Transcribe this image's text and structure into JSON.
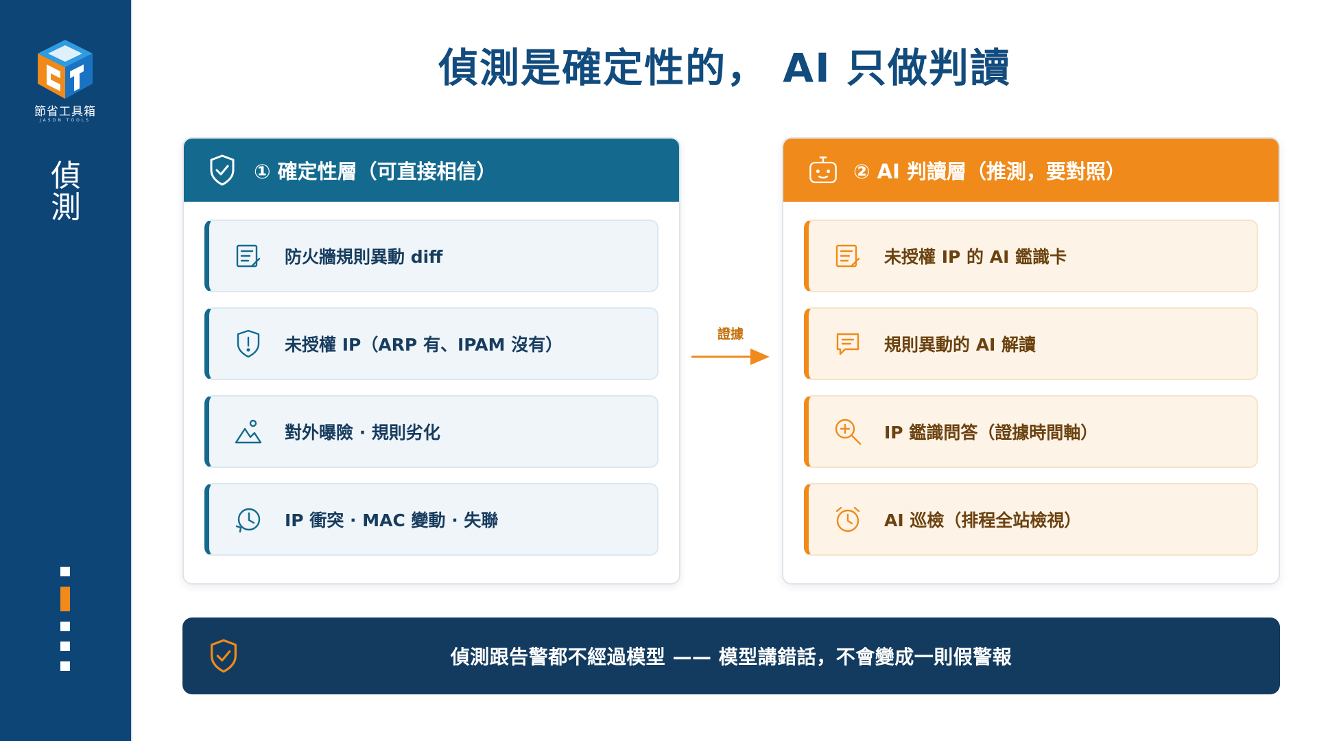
{
  "brand": {
    "name": "節省工具箱",
    "subname": "JASON TOOLS"
  },
  "sidebar": {
    "section_label": "偵測",
    "progress": {
      "total": 5,
      "active_index": 1
    }
  },
  "page_title": "偵測是確定性的， AI  只做判讀",
  "left_panel": {
    "title": "① 確定性層（可直接相信）",
    "icon": "shield-check-icon",
    "items": [
      {
        "label": "防火牆規則異動 diff",
        "icon": "document-edit-icon"
      },
      {
        "label": "未授權 IP（ARP 有、IPAM 沒有）",
        "icon": "shield-alert-icon"
      },
      {
        "label": "對外曝險 · 規則劣化",
        "icon": "mountain-icon"
      },
      {
        "label": "IP 衝突 · MAC 變動 · 失聯",
        "icon": "clock-history-icon"
      }
    ]
  },
  "connector": {
    "label": "證據"
  },
  "right_panel": {
    "title": "② AI 判讀層（推測，要對照）",
    "icon": "robot-icon",
    "items": [
      {
        "label": "未授權 IP 的 AI 鑑識卡",
        "icon": "document-edit-icon"
      },
      {
        "label": "規則異動的 AI 解讀",
        "icon": "chat-bubble-icon"
      },
      {
        "label": "IP 鑑識問答（證據時間軸）",
        "icon": "zoom-in-icon"
      },
      {
        "label": "AI 巡檢（排程全站檢視）",
        "icon": "alarm-clock-icon"
      }
    ]
  },
  "banner": {
    "text": "偵測跟告警都不經過模型 —— 模型講錯話，不會變成一則假警報",
    "icon": "shield-check-icon"
  },
  "colors": {
    "sidebar": "#0d4577",
    "title": "#124b7d",
    "left_accent": "#146a8e",
    "right_accent": "#f08a1a",
    "banner": "#133b5f"
  }
}
